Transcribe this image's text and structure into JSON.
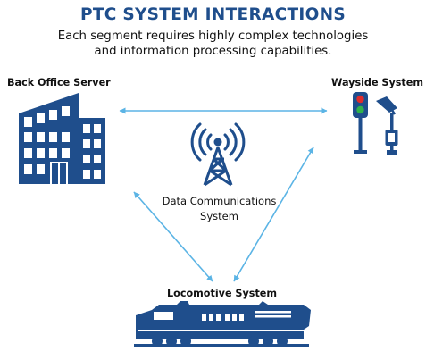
{
  "title": "PTC SYSTEM INTERACTIONS",
  "subtitle": {
    "line1": "Each segment requires highly complex technologies",
    "line2": "and information processing capabilities."
  },
  "nodes": {
    "back_office": "Back Office Server",
    "wayside": "Wayside System",
    "data_comm_line1": "Data Communications",
    "data_comm_line2": "System",
    "locomotive": "Locomotive System"
  },
  "icons": {
    "back_office": "office-building-icon",
    "wayside": "railway-signal-icon",
    "data_comm": "radio-tower-icon",
    "locomotive": "locomotive-icon"
  },
  "colors": {
    "title": "#1f4e8c",
    "icon": "#1f4e8c",
    "arrow": "#5bb4e5"
  }
}
